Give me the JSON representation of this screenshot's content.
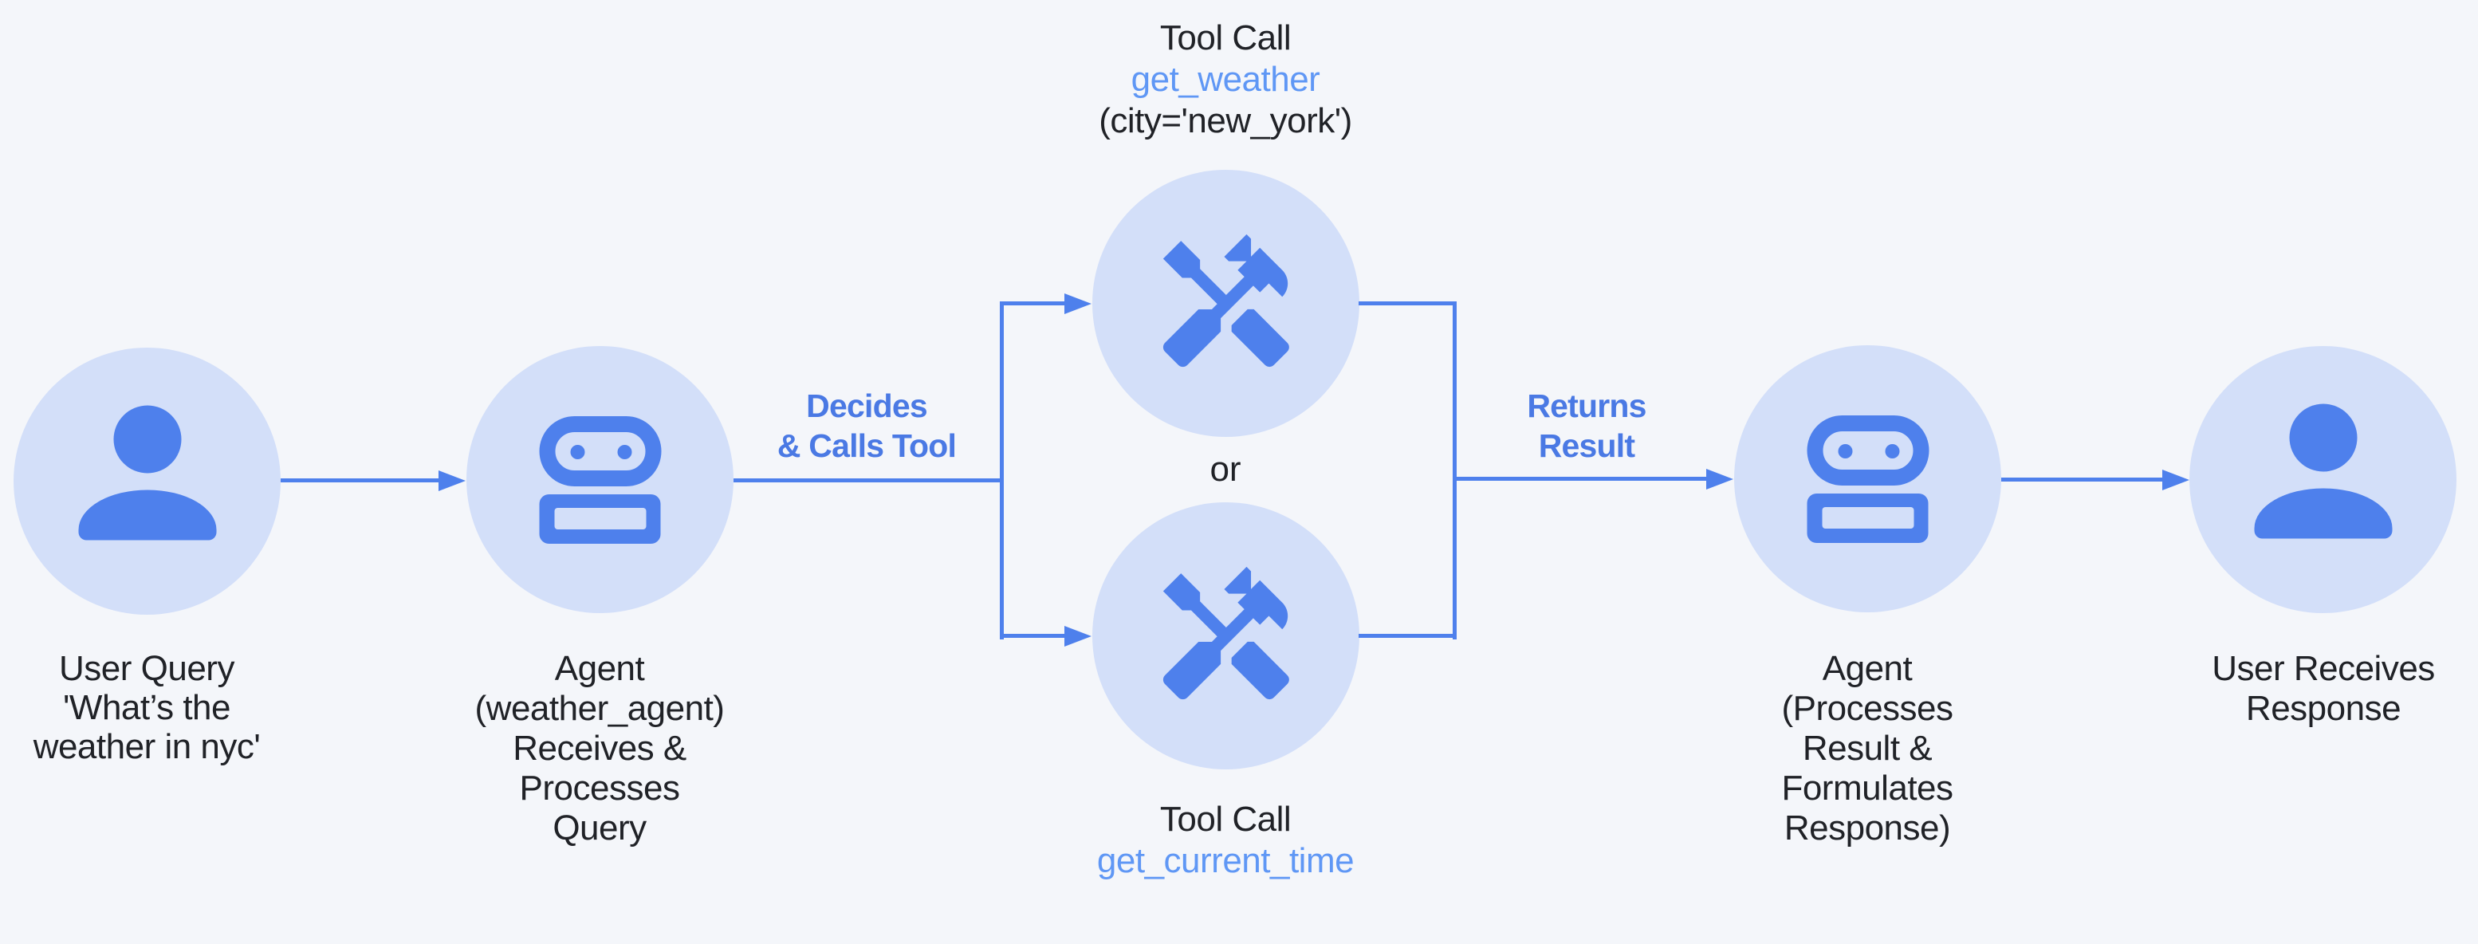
{
  "colors": {
    "background": "#f4f6fa",
    "node-fill": "#d3dff9",
    "accent-blue": "#4e80ec",
    "bold-label-blue": "#4a79e4",
    "function-blue": "#5f97f5",
    "text-dark": "#202227"
  },
  "nodes": {
    "user_query": {
      "lines": [
        "User Query",
        "'What’s the",
        "weather in nyc'"
      ]
    },
    "agent_receives": {
      "lines": [
        "Agent",
        "(weather_agent)",
        "Receives &",
        "Processes",
        "Query"
      ]
    },
    "tool_weather": {
      "title": "Tool Call",
      "function": "get_weather",
      "args": "(city='new_york')"
    },
    "tool_time": {
      "title": "Tool Call",
      "function": "get_current_time"
    },
    "agent_responds": {
      "lines": [
        "Agent",
        "(Processes",
        "Result &",
        "Formulates",
        "Response)"
      ]
    },
    "user_response": {
      "lines": [
        "User Receives",
        "Response"
      ]
    }
  },
  "edges": {
    "decides": {
      "lines": [
        "Decides",
        "& Calls Tool"
      ]
    },
    "returns": {
      "lines": [
        "Returns",
        "Result"
      ]
    },
    "or": "or"
  },
  "icons": {
    "user": "person-icon",
    "agent": "robot-icon",
    "tool": "handyman-tools-icon"
  }
}
